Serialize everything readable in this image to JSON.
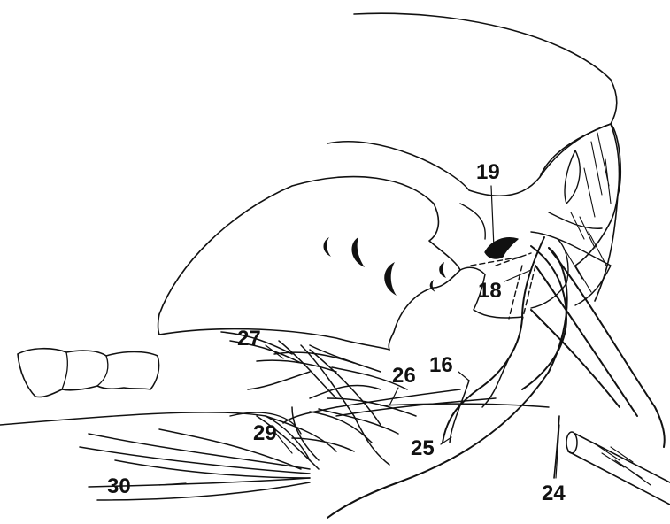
{
  "figure": {
    "labels": {
      "l19": "19",
      "l18": "18",
      "l27": "27",
      "l26": "26",
      "l16": "16",
      "l29": "29",
      "l25": "25",
      "l30": "30",
      "l24": "24"
    },
    "colors": {
      "ink": "#111111",
      "paper": "#ffffff"
    }
  }
}
